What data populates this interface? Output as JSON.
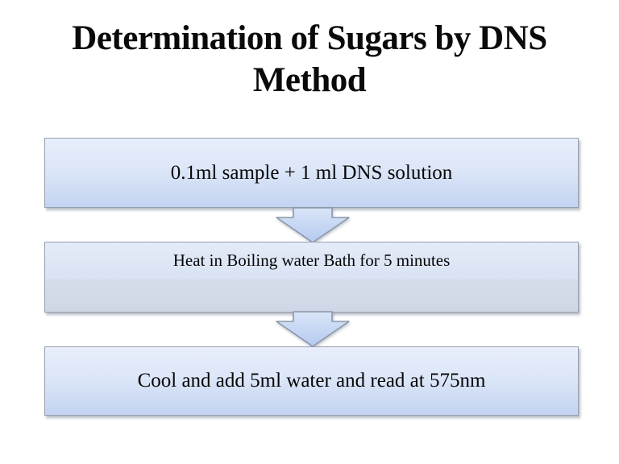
{
  "slide": {
    "title": "Determination of Sugars by DNS Method",
    "steps": [
      {
        "label": "0.1ml sample + 1 ml DNS solution"
      },
      {
        "label": "Heat in Boiling water Bath for 5 minutes"
      },
      {
        "label": "Cool and add 5ml water and read at 575nm"
      }
    ],
    "icons": [
      {
        "name": "down-arrow-icon",
        "meaning": "flow to next step"
      },
      {
        "name": "down-arrow-icon",
        "meaning": "flow to next step"
      }
    ],
    "colors": {
      "background": "#ffffff",
      "title_text": "#0a0a0a",
      "step_text": "#060606",
      "box_fill_top": "#e8eefb",
      "box_fill_bottom": "#c3d3f1",
      "box2_lower_band": "#cfd6e5",
      "box_border": "#96a0ae",
      "arrow_fill_top": "#d9e4f7",
      "arrow_fill_bottom": "#b5caef",
      "arrow_border": "#8b97a9"
    }
  }
}
